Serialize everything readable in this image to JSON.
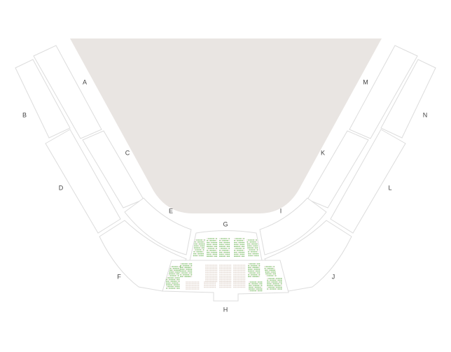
{
  "map": {
    "stage_color": "#e9e5e2",
    "seat_available_color": "#8cc47a",
    "seat_unavailable_color": "#e3d9d2",
    "sections": [
      {
        "id": "A",
        "label": "A"
      },
      {
        "id": "B",
        "label": "B"
      },
      {
        "id": "C",
        "label": "C"
      },
      {
        "id": "D",
        "label": "D"
      },
      {
        "id": "E",
        "label": "E"
      },
      {
        "id": "F",
        "label": "F"
      },
      {
        "id": "G",
        "label": "G"
      },
      {
        "id": "H",
        "label": "H"
      },
      {
        "id": "I",
        "label": "I"
      },
      {
        "id": "J",
        "label": "J"
      },
      {
        "id": "K",
        "label": "K"
      },
      {
        "id": "L",
        "label": "L"
      },
      {
        "id": "M",
        "label": "M"
      },
      {
        "id": "N",
        "label": "N"
      }
    ]
  }
}
